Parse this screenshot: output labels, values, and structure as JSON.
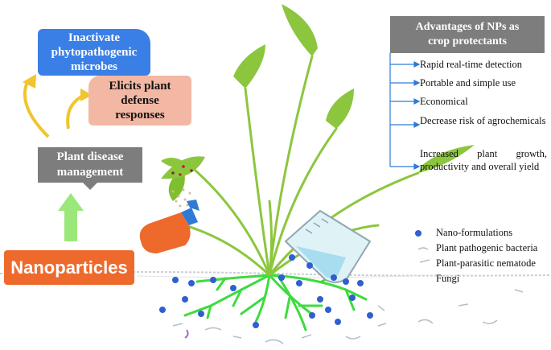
{
  "left_boxes": {
    "inactivate_lines": [
      "Inactivate",
      "phytopathogenic",
      "microbes"
    ],
    "elicits_lines": [
      "Elicits plant",
      "defense",
      "responses"
    ],
    "management_lines": [
      "Plant disease",
      "management"
    ],
    "nanoparticles": "Nanoparticles"
  },
  "advantages": {
    "header_lines": [
      "Advantages of NPs as",
      "crop protectants"
    ],
    "items": [
      "Rapid real-time detection",
      "Portable and simple use",
      "Economical",
      "Decrease risk of agrochemicals",
      "Increased plant growth, productivity and overall yield"
    ]
  },
  "legend": {
    "items": [
      "Nano-formulations",
      "Plant pathogenic bacteria",
      "Plant-parasitic nematode",
      "Fungi"
    ]
  },
  "colors": {
    "blue_box": "#3a7fe6",
    "pink_box": "#f3b8a4",
    "grey_box": "#7d7d7d",
    "nano_box": "#ee6a2c",
    "leaf": "#8cc63f",
    "root": "#3ddc3d",
    "nano_dot": "#2f5fd0",
    "arrow_up": "#9be87a",
    "curve_arrow": "#f0c52e"
  }
}
